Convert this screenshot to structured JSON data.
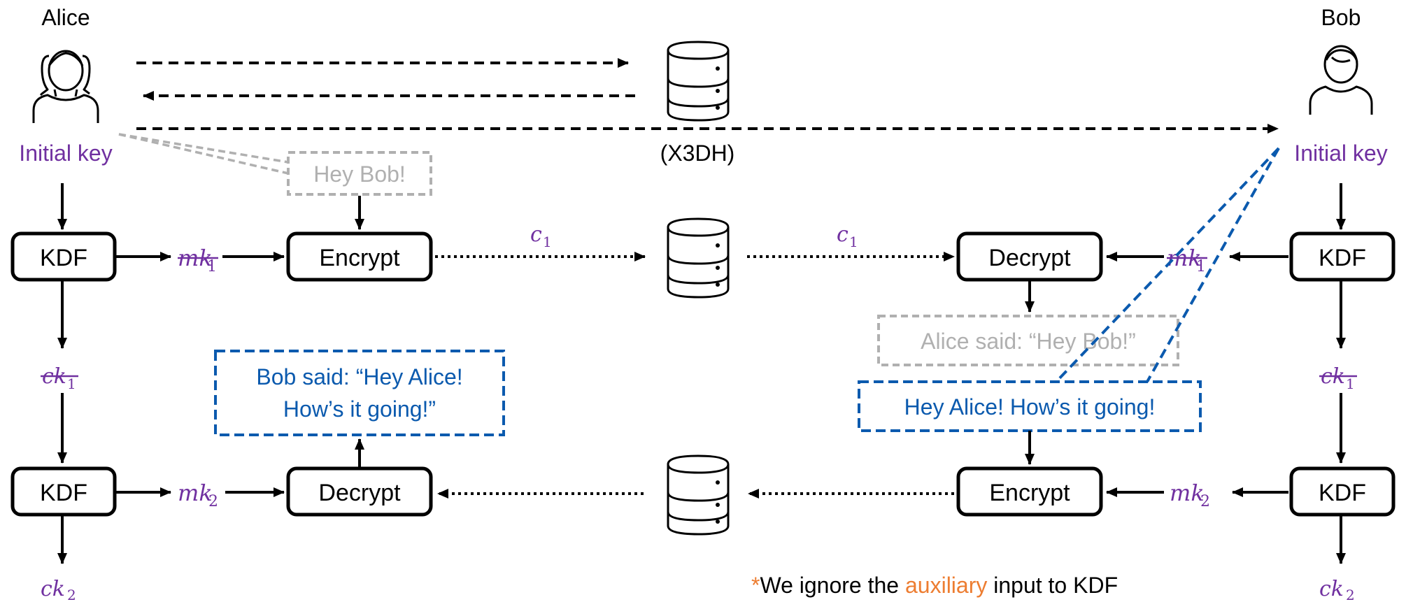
{
  "parties": {
    "alice": {
      "name": "Alice",
      "initial_key": "Initial key"
    },
    "bob": {
      "name": "Bob",
      "initial_key": "Initial key"
    }
  },
  "handshake_label": "(X3DH)",
  "boxes": {
    "kdf": "KDF",
    "encrypt": "Encrypt",
    "decrypt": "Decrypt"
  },
  "keys": {
    "mk": "mk",
    "ck": "ck",
    "c": "c",
    "sub1": "1",
    "sub2": "2"
  },
  "messages": {
    "hey_bob": "Hey Bob!",
    "alice_said": "Alice said: “Hey Bob!”",
    "bob_said_line1": "Bob said: “Hey Alice!",
    "bob_said_line2": "How’s it going!”",
    "hey_alice": "Hey Alice! How’s it going!"
  },
  "footnote": {
    "star": "*",
    "before": "We ignore the ",
    "highlight": "auxiliary",
    "after": " input to KDF"
  },
  "colors": {
    "key_purple": "#7030A0",
    "message_blue": "#0B5AAE",
    "struck_gray": "#B0B0B0",
    "footnote_orange": "#ED7D31"
  }
}
